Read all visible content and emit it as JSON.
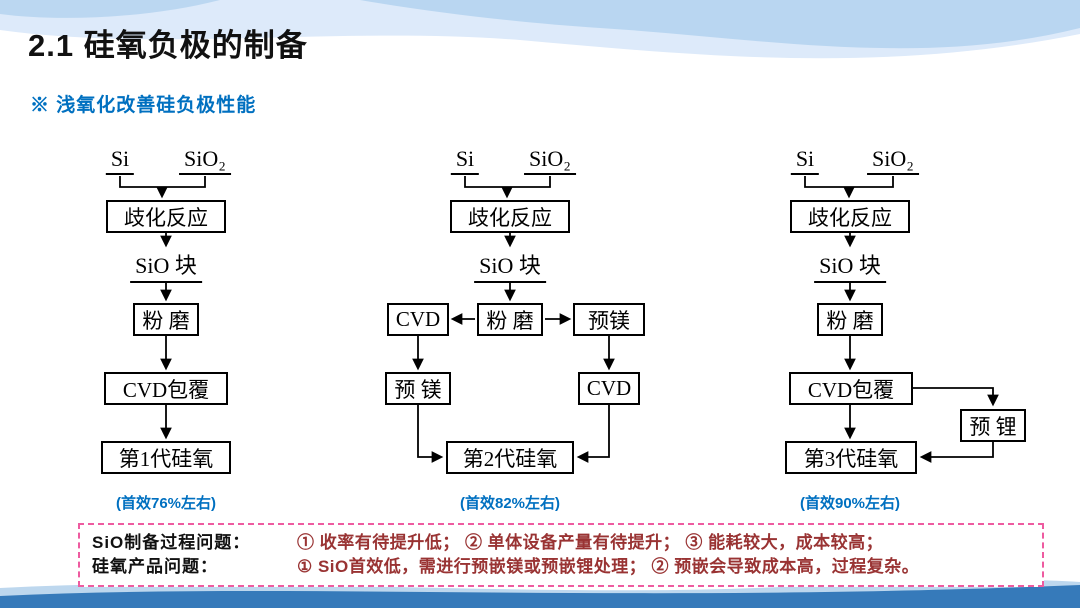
{
  "header": {
    "title": "2.1 硅氧负极的制备",
    "subtitle": "※ 浅氧化改善硅负极性能"
  },
  "charts": [
    {
      "input_left": "Si",
      "input_right": "SiO₂",
      "box_disproportionation": "歧化反应",
      "label_sio_block": "SiO 块",
      "box_milling": "粉 磨",
      "box_cvd": "CVD包覆",
      "box_result": "第1代硅氧",
      "caption": "(首效76%左右)"
    },
    {
      "input_left": "Si",
      "input_right": "SiO₂",
      "box_disproportionation": "歧化反应",
      "label_sio_block": "SiO 块",
      "box_milling": "粉 磨",
      "box_left_top": "CVD",
      "box_right_top": "预镁",
      "box_left_bottom": "预 镁",
      "box_right_bottom": "CVD",
      "box_result": "第2代硅氧",
      "caption": "(首效82%左右)"
    },
    {
      "input_left": "Si",
      "input_right": "SiO₂",
      "box_disproportionation": "歧化反应",
      "label_sio_block": "SiO 块",
      "box_milling": "粉 磨",
      "box_cvd": "CVD包覆",
      "box_prelithiation": "预 锂",
      "box_result": "第3代硅氧",
      "caption": "(首效90%左右)"
    }
  ],
  "notes": {
    "row1_label": "SiO制备过程问题：",
    "row1_text": "① 收率有待提升低； ② 单体设备产量有待提升； ③ 能耗较大，成本较高；",
    "row2_label": "硅氧产品问题：",
    "row2_text": "① SiO首效低，需进行预嵌镁或预嵌锂处理； ② 预嵌会导致成本高，过程复杂。"
  }
}
